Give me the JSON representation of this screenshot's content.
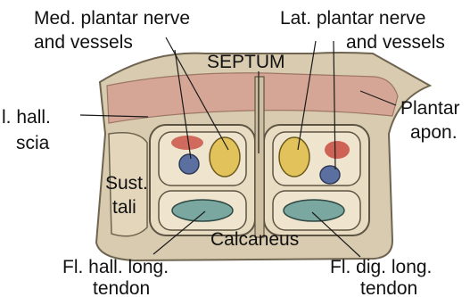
{
  "diagram": {
    "labels": {
      "med_plantar_line1": "Med. plantar nerve",
      "med_plantar_line2": "and vessels",
      "lat_plantar_line1": "Lat. plantar nerve",
      "lat_plantar_line2": "and vessels",
      "septum": "SEPTUM",
      "plantar_line1": "Plantar",
      "plantar_line2": "apon.",
      "fascia_line1": "l. hall.",
      "fascia_line2": "scia",
      "sust_line1": "Sust.",
      "sust_line2": "tali",
      "calcaneus": "Calcaneus",
      "fhl_line1": "Fl. hall. long.",
      "fhl_line2": "tendon",
      "fdl_line1": "Fl. dig. long.",
      "fdl_line2": "tendon"
    },
    "colors": {
      "bone": "#d8cbb0",
      "bone_outline": "#6f6450",
      "aponeurosis": "#d59a8c",
      "artery": "#c74b3f",
      "vein": "#5b6fa0",
      "nerve": "#e2c25a",
      "tendon": "#7aa8a0"
    }
  }
}
